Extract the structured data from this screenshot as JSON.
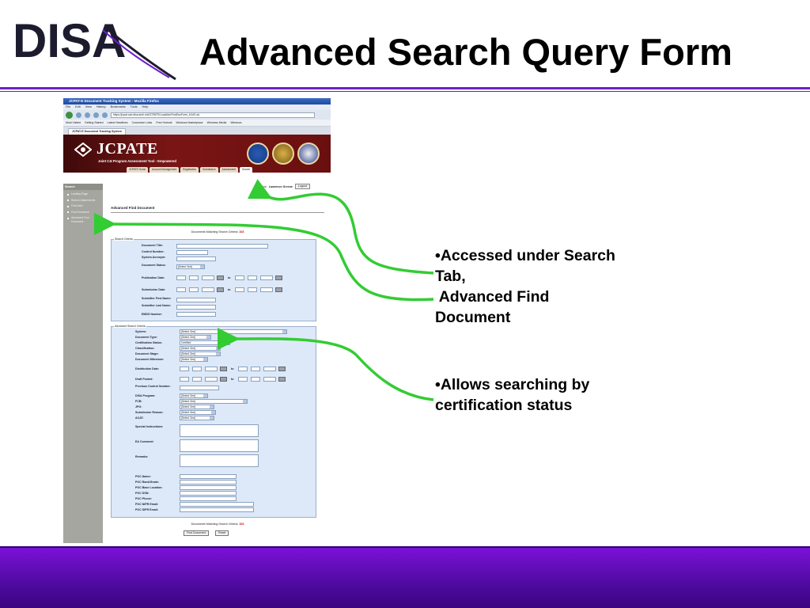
{
  "slide": {
    "logo_text": "DISA",
    "title": "Advanced Search Query Form",
    "callouts": [
      {
        "lines": [
          "•Accessed under Search",
          "Tab,",
          " Advanced Find",
          "Document"
        ]
      },
      {
        "lines": [
          "•Allows searching by",
          "certification status"
        ]
      }
    ],
    "colors": {
      "accent": "#6d1fd0",
      "arrow": "#33cc33",
      "footer": "#5a0cb8"
    }
  },
  "browser": {
    "window_title": "JCPAT-E Document Tracking System - Mozilla Firefox",
    "menu": [
      "File",
      "Edit",
      "View",
      "History",
      "Bookmarks",
      "Tools",
      "Help"
    ],
    "url": "https://jcpat.csd.disa.smil.mil/JCPATE/LoadAdvFindDocForm_KAIO.do",
    "bookmarks": [
      "Most Visited",
      "Getting Started",
      "Latest Headlines",
      "Customize Links",
      "Free Hotmail",
      "Windows Marketplace",
      "Windows Media",
      "Windows"
    ],
    "tab": "JCPAT-E Document Tracking System"
  },
  "app": {
    "name": "JCPATE",
    "subtitle": "Joint C4I Program Assessment Tool - Empowered",
    "tabs": [
      "JCPATE Home",
      "Account Management",
      "Registration",
      "Submission",
      "Assessment",
      "Search"
    ],
    "user": {
      "welcome": "Welcome",
      "name": "Lawrence Greene",
      "logout": "Logout"
    },
    "sidebar": {
      "heading": "Search",
      "items": [
        "Landing Page",
        "Search Attachments",
        "Find User",
        "Find Document",
        "Advanced Find Document"
      ]
    }
  },
  "form": {
    "heading": "Advanced Find Document",
    "match_text": "Documents Matching Search Criteria:",
    "match_count": "103",
    "search_legend": "Search Criteria",
    "advanced_legend": "Advanced Search Criteria",
    "to_label": "to",
    "search_fields": {
      "document_title": "Document Title:",
      "control_number": "Control Number:",
      "system_acronym": "System Acronym:",
      "document_status": "Document Status:",
      "publication_date": "Publication Date:",
      "submission_date": "Submission Date:",
      "submitter_first": "Submitter First Name:",
      "submitter_last": "Submitter Last Name:",
      "emds_number": "EMDS Number:"
    },
    "advanced_fields": {
      "system": "System:",
      "document_type": "Document Type:",
      "certification_status": "Certification Status:",
      "classification": "Classification:",
      "document_stage": "Document Stage:",
      "document_milestone": "Document Milestone:",
      "distribution_date": "Distribution Date:",
      "draft_posted": "Draft Posted:",
      "previous_control": "Previous Control Number:",
      "disa_program": "DISA Program:",
      "fcb": "FCB:",
      "jpg": "JPG:",
      "submission_reason": "Submission Reason:",
      "acat": "ACAT:",
      "special_instructions": "Special Instructions:",
      "ea_comment": "EA Comment:",
      "remarks": "Remarks:",
      "poc_name": "POC Name:",
      "poc_rank": "POC Rank/Grade:",
      "poc_base": "POC Base Location:",
      "poc_dsn": "POC DSN:",
      "poc_phone": "POC Phone:",
      "poc_nipr": "POC NIPR Email:",
      "poc_sipr": "POC SIPR Email:"
    },
    "select_default": "[Select One]",
    "certified_value": "Certified",
    "find_button": "Find Document",
    "reset_button": "Reset"
  }
}
